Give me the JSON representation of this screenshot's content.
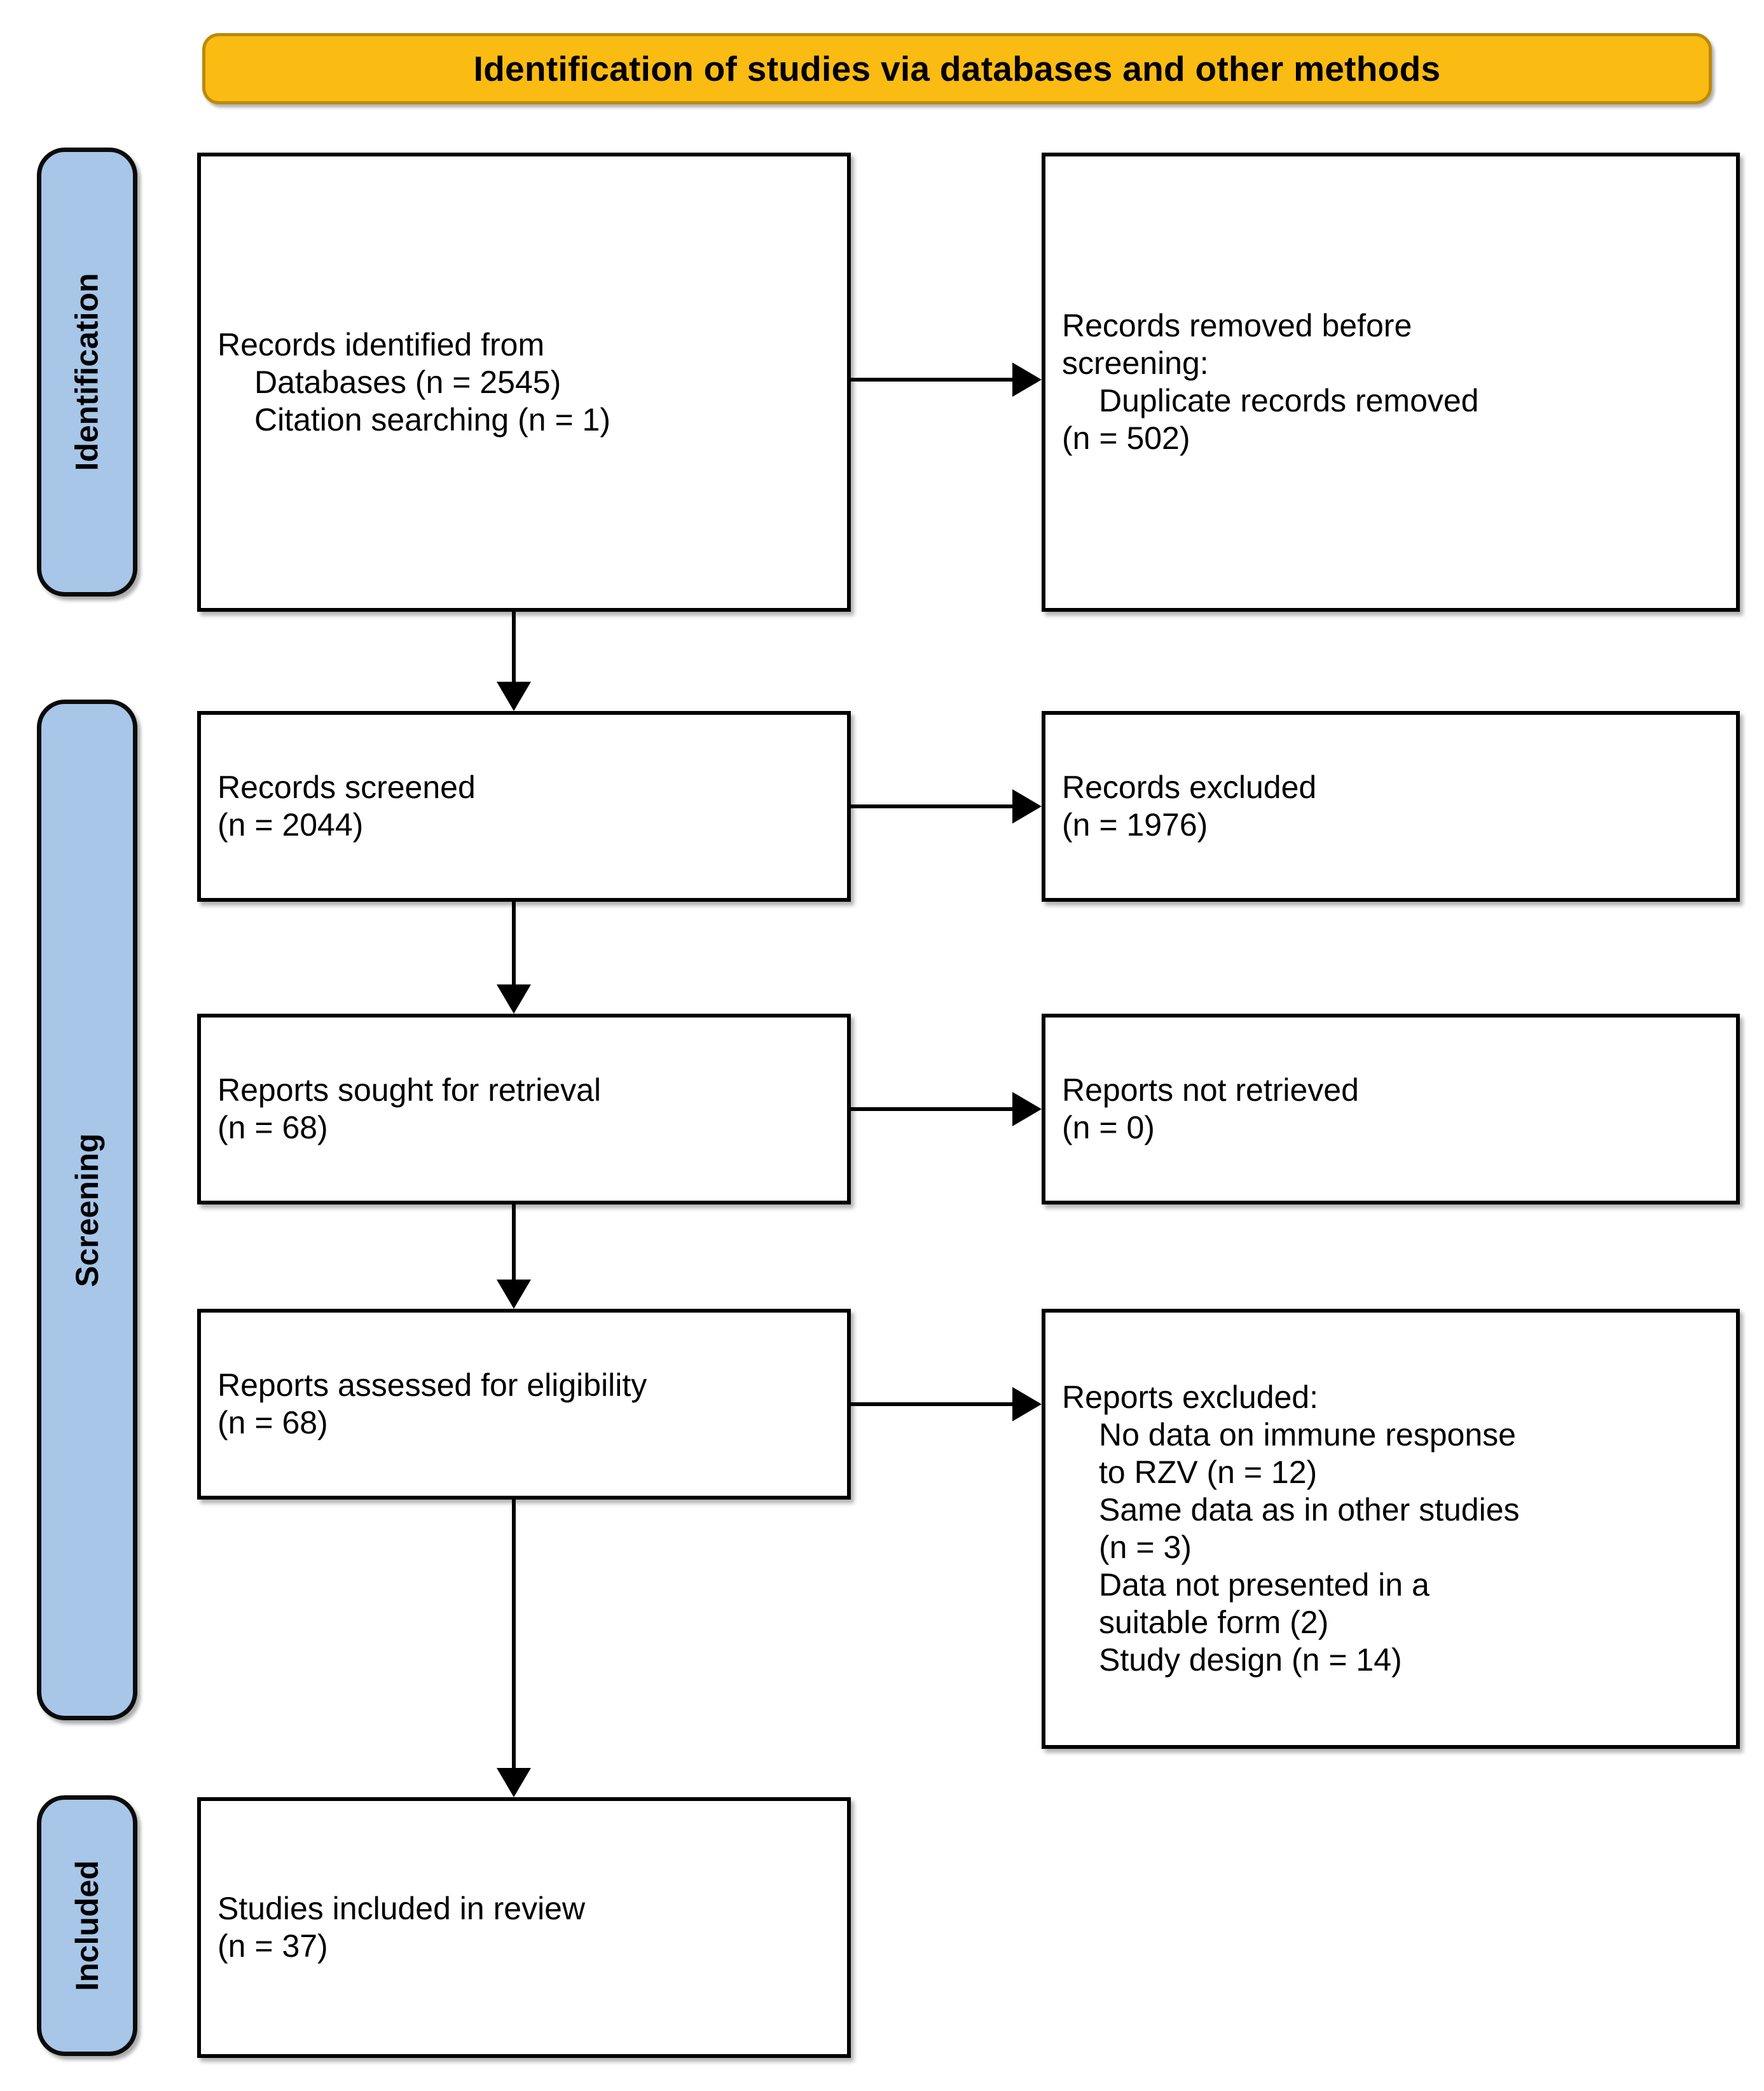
{
  "header": {
    "title": "Identification of studies via databases and other methods",
    "background_color": "#FABB13",
    "border_color": "#BC8A0A"
  },
  "stages": {
    "identification": "Identification",
    "screening": "Screening",
    "included": "Included",
    "background_color": "#A7C6E8",
    "border_color": "#0B0B0B"
  },
  "boxes": {
    "identified": {
      "line1": "Records identified from",
      "line2": "Databases (n = 2545)",
      "line3": "Citation searching (n = 1)"
    },
    "removed": {
      "line1": "Records removed before",
      "line2": "screening:",
      "line3": "Duplicate records removed",
      "line4": "(n = 502)"
    },
    "screened": {
      "line1": "Records screened",
      "line2": "(n = 2044)"
    },
    "excluded_records": {
      "line1": "Records excluded",
      "line2": "(n = 1976)"
    },
    "sought": {
      "line1": "Reports sought for retrieval",
      "line2": "(n = 68)"
    },
    "not_retrieved": {
      "line1": "Reports not retrieved",
      "line2": "(n = 0)"
    },
    "assessed": {
      "line1": "Reports assessed for eligibility",
      "line2": "(n = 68)"
    },
    "excluded_reports": {
      "line1": "Reports excluded:",
      "line2": "No data on immune response",
      "line3": "to RZV (n = 12)",
      "line4": "Same data as in other studies",
      "line5": "(n = 3)",
      "line6": "Data not presented in a",
      "line7": "suitable form (2)",
      "line8": "Study design (n = 14)"
    },
    "included": {
      "line1": "Studies included in review",
      "line2": "(n = 37)"
    }
  },
  "chart_data": {
    "type": "diagram",
    "title": "Identification of studies via databases and other methods",
    "nodes": [
      {
        "id": "identified",
        "stage": "Identification",
        "column": "left",
        "label": "Records identified from",
        "counts": [
          {
            "source": "Databases",
            "n": 2545
          },
          {
            "source": "Citation searching",
            "n": 1
          }
        ]
      },
      {
        "id": "removed",
        "stage": "Identification",
        "column": "right",
        "label": "Records removed before screening:",
        "counts": [
          {
            "source": "Duplicate records removed",
            "n": 502
          }
        ]
      },
      {
        "id": "screened",
        "stage": "Screening",
        "column": "left",
        "label": "Records screened",
        "counts": [
          {
            "source": "Records screened",
            "n": 2044
          }
        ]
      },
      {
        "id": "excluded_records",
        "stage": "Screening",
        "column": "right",
        "label": "Records excluded",
        "counts": [
          {
            "source": "Records excluded",
            "n": 1976
          }
        ]
      },
      {
        "id": "sought",
        "stage": "Screening",
        "column": "left",
        "label": "Reports sought for retrieval",
        "counts": [
          {
            "source": "Reports sought for retrieval",
            "n": 68
          }
        ]
      },
      {
        "id": "not_retrieved",
        "stage": "Screening",
        "column": "right",
        "label": "Reports not retrieved",
        "counts": [
          {
            "source": "Reports not retrieved",
            "n": 0
          }
        ]
      },
      {
        "id": "assessed",
        "stage": "Screening",
        "column": "left",
        "label": "Reports assessed for eligibility",
        "counts": [
          {
            "source": "Reports assessed for eligibility",
            "n": 68
          }
        ]
      },
      {
        "id": "excluded_reports",
        "stage": "Screening",
        "column": "right",
        "label": "Reports excluded:",
        "counts": [
          {
            "source": "No data on immune response to RZV",
            "n": 12
          },
          {
            "source": "Same data as in other studies",
            "n": 3
          },
          {
            "source": "Data not presented in a suitable form",
            "n": 2
          },
          {
            "source": "Study design",
            "n": 14
          }
        ]
      },
      {
        "id": "included",
        "stage": "Included",
        "column": "left",
        "label": "Studies included in review",
        "counts": [
          {
            "source": "Studies included in review",
            "n": 37
          }
        ]
      }
    ],
    "edges": [
      {
        "from": "identified",
        "to": "removed",
        "direction": "right"
      },
      {
        "from": "identified",
        "to": "screened",
        "direction": "down"
      },
      {
        "from": "screened",
        "to": "excluded_records",
        "direction": "right"
      },
      {
        "from": "screened",
        "to": "sought",
        "direction": "down"
      },
      {
        "from": "sought",
        "to": "not_retrieved",
        "direction": "right"
      },
      {
        "from": "sought",
        "to": "assessed",
        "direction": "down"
      },
      {
        "from": "assessed",
        "to": "excluded_reports",
        "direction": "right"
      },
      {
        "from": "assessed",
        "to": "included",
        "direction": "down"
      }
    ]
  }
}
